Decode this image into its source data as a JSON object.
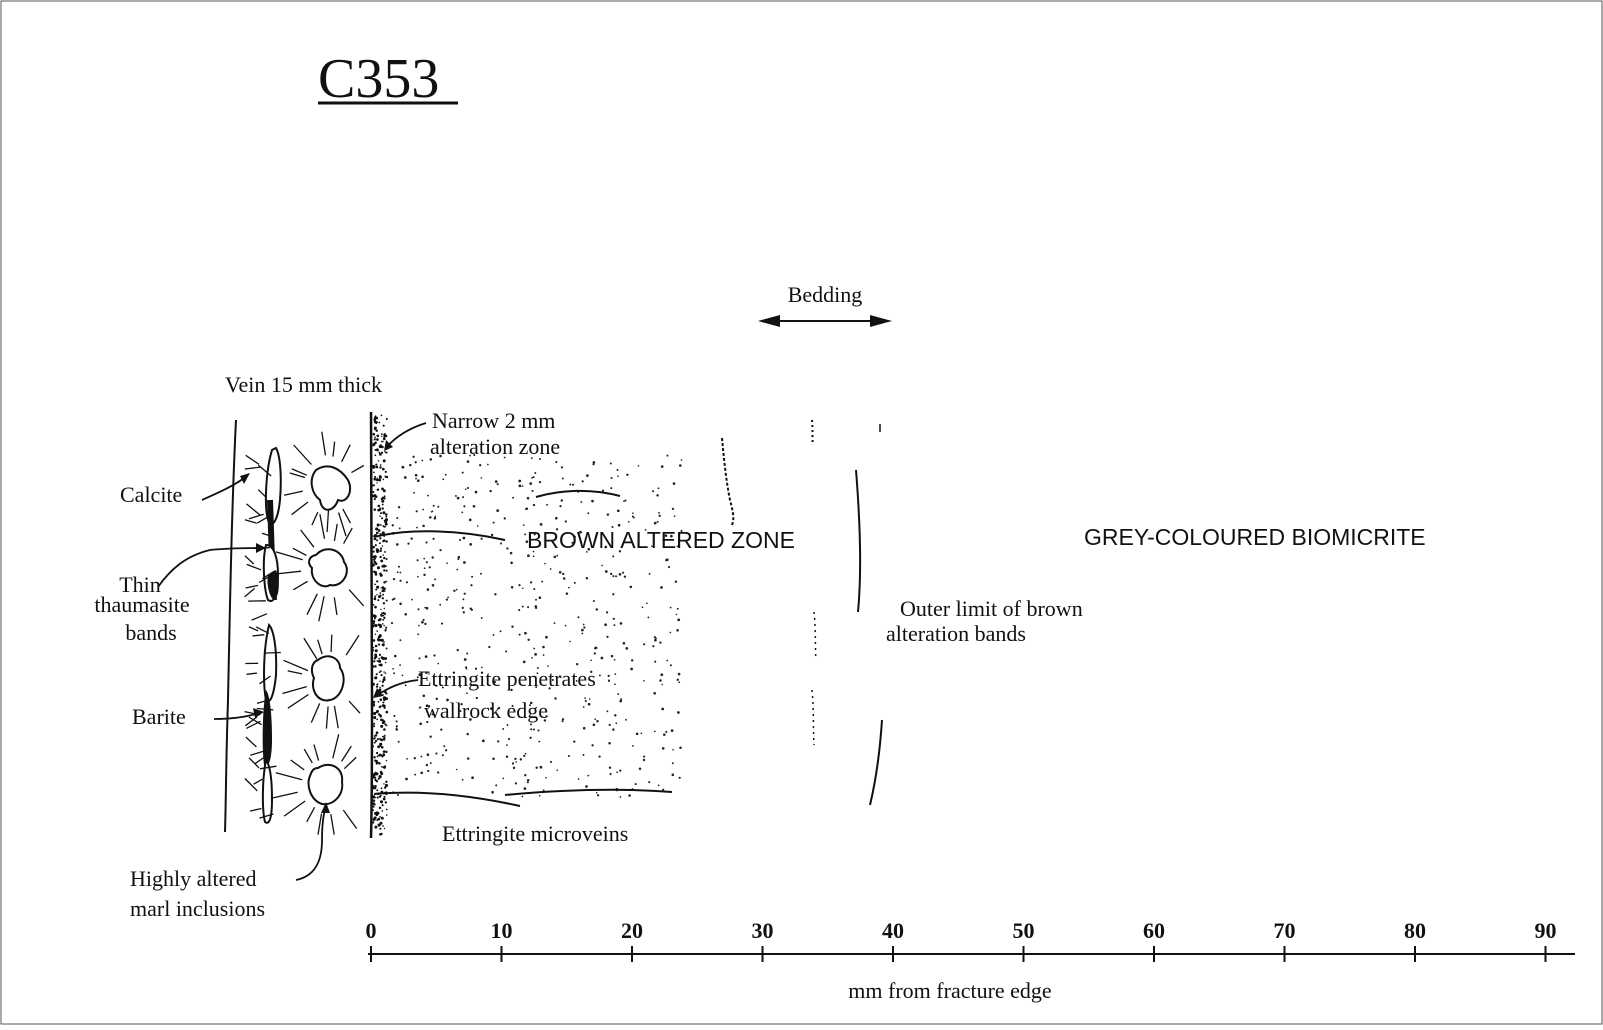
{
  "title": "C353",
  "bedding_label": "Bedding",
  "vein_label": "Vein 15 mm thick",
  "labels": {
    "calcite": "Calcite",
    "thin": "Thin",
    "thaumasite": "thaumasite",
    "bands": "bands",
    "barite": "Barite",
    "highly_altered": "Highly altered",
    "marl_inclusions": "marl inclusions",
    "narrow_zone_1": "Narrow 2 mm",
    "narrow_zone_2": "alteration zone",
    "brown_zone": "BROWN ALTERED ZONE",
    "grey_zone": "GREY-COLOURED BIOMICRITE",
    "outer_limit_1": "Outer limit of brown",
    "outer_limit_2": "alteration bands",
    "ettringite_pen_1": "Ettringite penetrates",
    "ettringite_pen_2": "wallrock edge",
    "microveins": "Ettringite microveins"
  },
  "scale": {
    "ticks": [
      "0",
      "10",
      "20",
      "30",
      "40",
      "50",
      "60",
      "70",
      "80",
      "90"
    ],
    "axis_label": "mm from fracture edge"
  },
  "colors": {
    "ink": "#111111",
    "border": "#555555"
  }
}
